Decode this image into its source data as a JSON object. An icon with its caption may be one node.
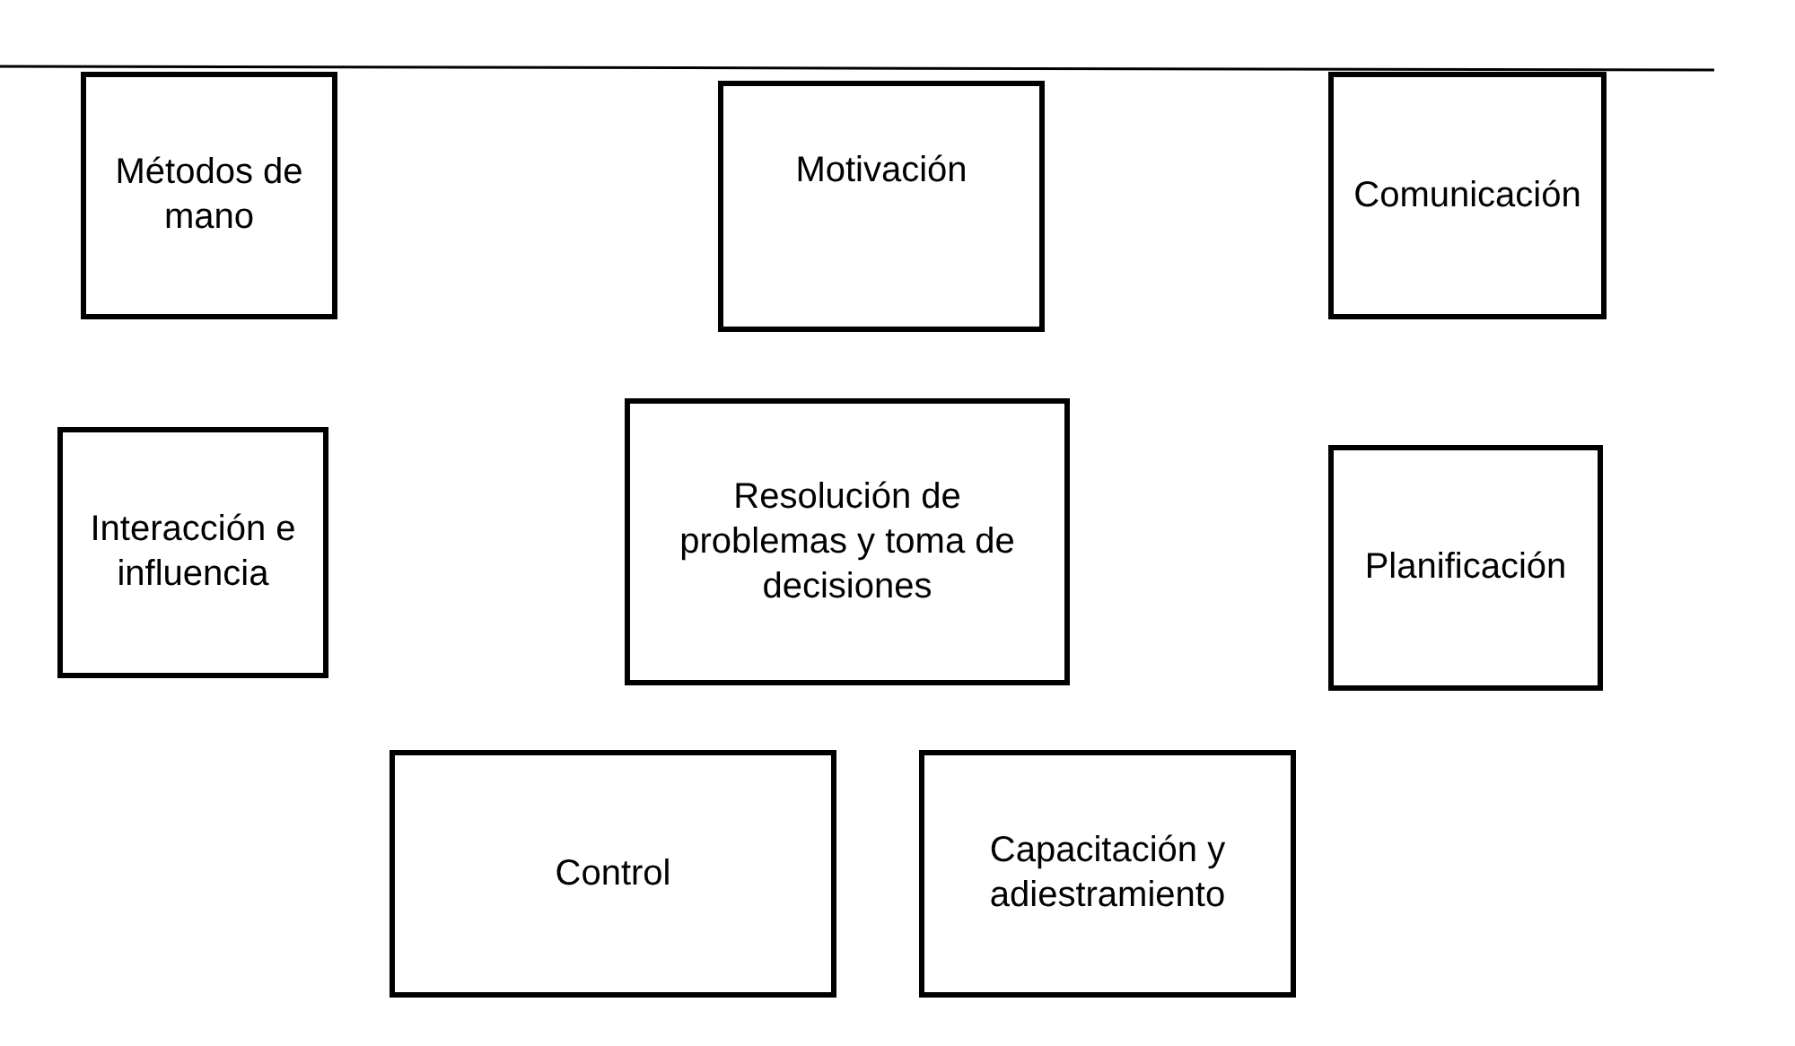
{
  "diagram": {
    "nodes": [
      {
        "text": [
          "Métodos de mano"
        ]
      },
      {
        "text": [
          "Motivación"
        ]
      },
      {
        "text": [
          "Comunicación"
        ]
      },
      {
        "text": [
          "Interacción e influencia"
        ]
      },
      {
        "text": [
          "Resolución de problemas y toma de decisiones"
        ]
      },
      {
        "text": [
          "Planificación"
        ]
      },
      {
        "text": [
          "Control"
        ]
      },
      {
        "text": [
          "Capacitación y adiestramiento"
        ]
      }
    ]
  }
}
